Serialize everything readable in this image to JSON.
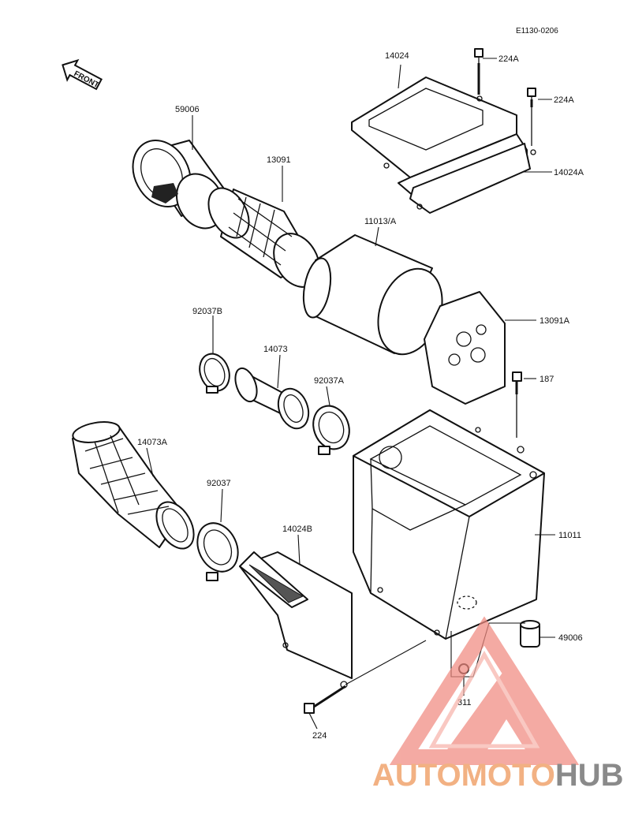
{
  "diagram": {
    "code": "E1130-0206",
    "direction_label": "FRONT",
    "callouts": {
      "c14024": "14024",
      "c224A_1": "224A",
      "c224A_2": "224A",
      "c14024A": "14024A",
      "c59006": "59006",
      "c13091": "13091",
      "c11013A": "11013/A",
      "c13091A": "13091A",
      "c92037B": "92037B",
      "c14073": "14073",
      "c92037A": "92037A",
      "c187": "187",
      "c14073A": "14073A",
      "c92037": "92037",
      "c14024B": "14024B",
      "c11011": "11011",
      "c49006": "49006",
      "c311": "311",
      "c224": "224"
    }
  },
  "watermark": {
    "part1": "AUTOMOTO",
    "part2": "HUB",
    "color_primary": "#f2b183",
    "color_secondary": "#8a8a8a",
    "logo_color": "#f08a80"
  }
}
